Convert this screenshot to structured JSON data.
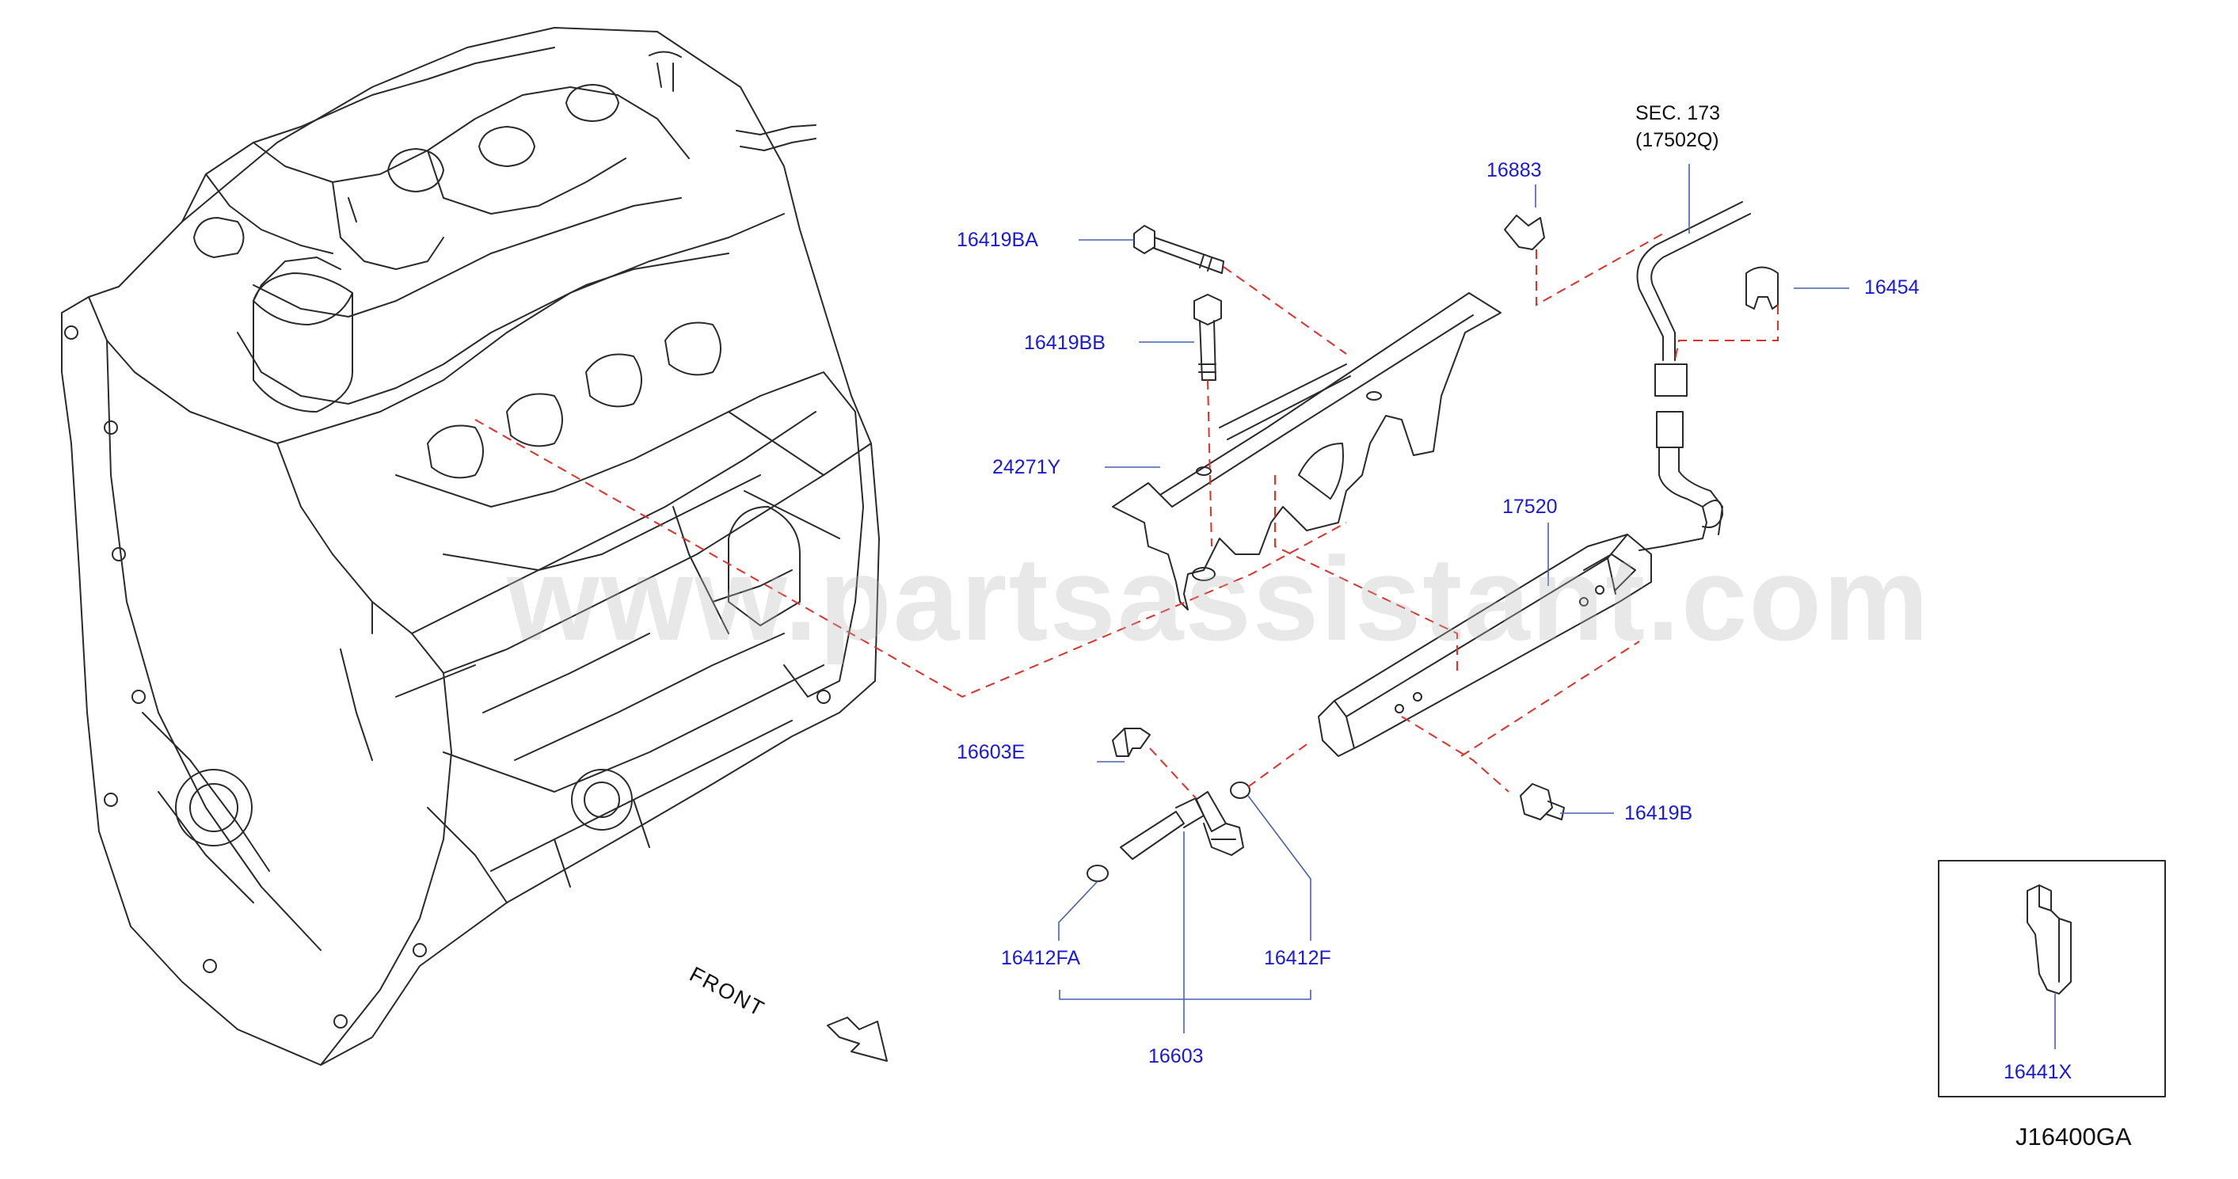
{
  "watermark": "www.partsassistant.com",
  "diagram_code": "J16400GA",
  "front_label": "FRONT",
  "section_ref": {
    "line1": "SEC.   173",
    "line2": "(17502Q)"
  },
  "part_labels": {
    "p16419BA": "16419BA",
    "p16419BB": "16419BB",
    "p24271Y": "24271Y",
    "p16883": "16883",
    "p16454": "16454",
    "p17520": "17520",
    "p16603E": "16603E",
    "p16419B": "16419B",
    "p16412FA": "16412FA",
    "p16412F": "16412F",
    "p16603": "16603",
    "p16441X": "16441X"
  },
  "colors": {
    "line": "#2a2a2a",
    "callout": "#1a1ad6",
    "leader": "#4a5fb0",
    "dash": "#e0302a"
  }
}
